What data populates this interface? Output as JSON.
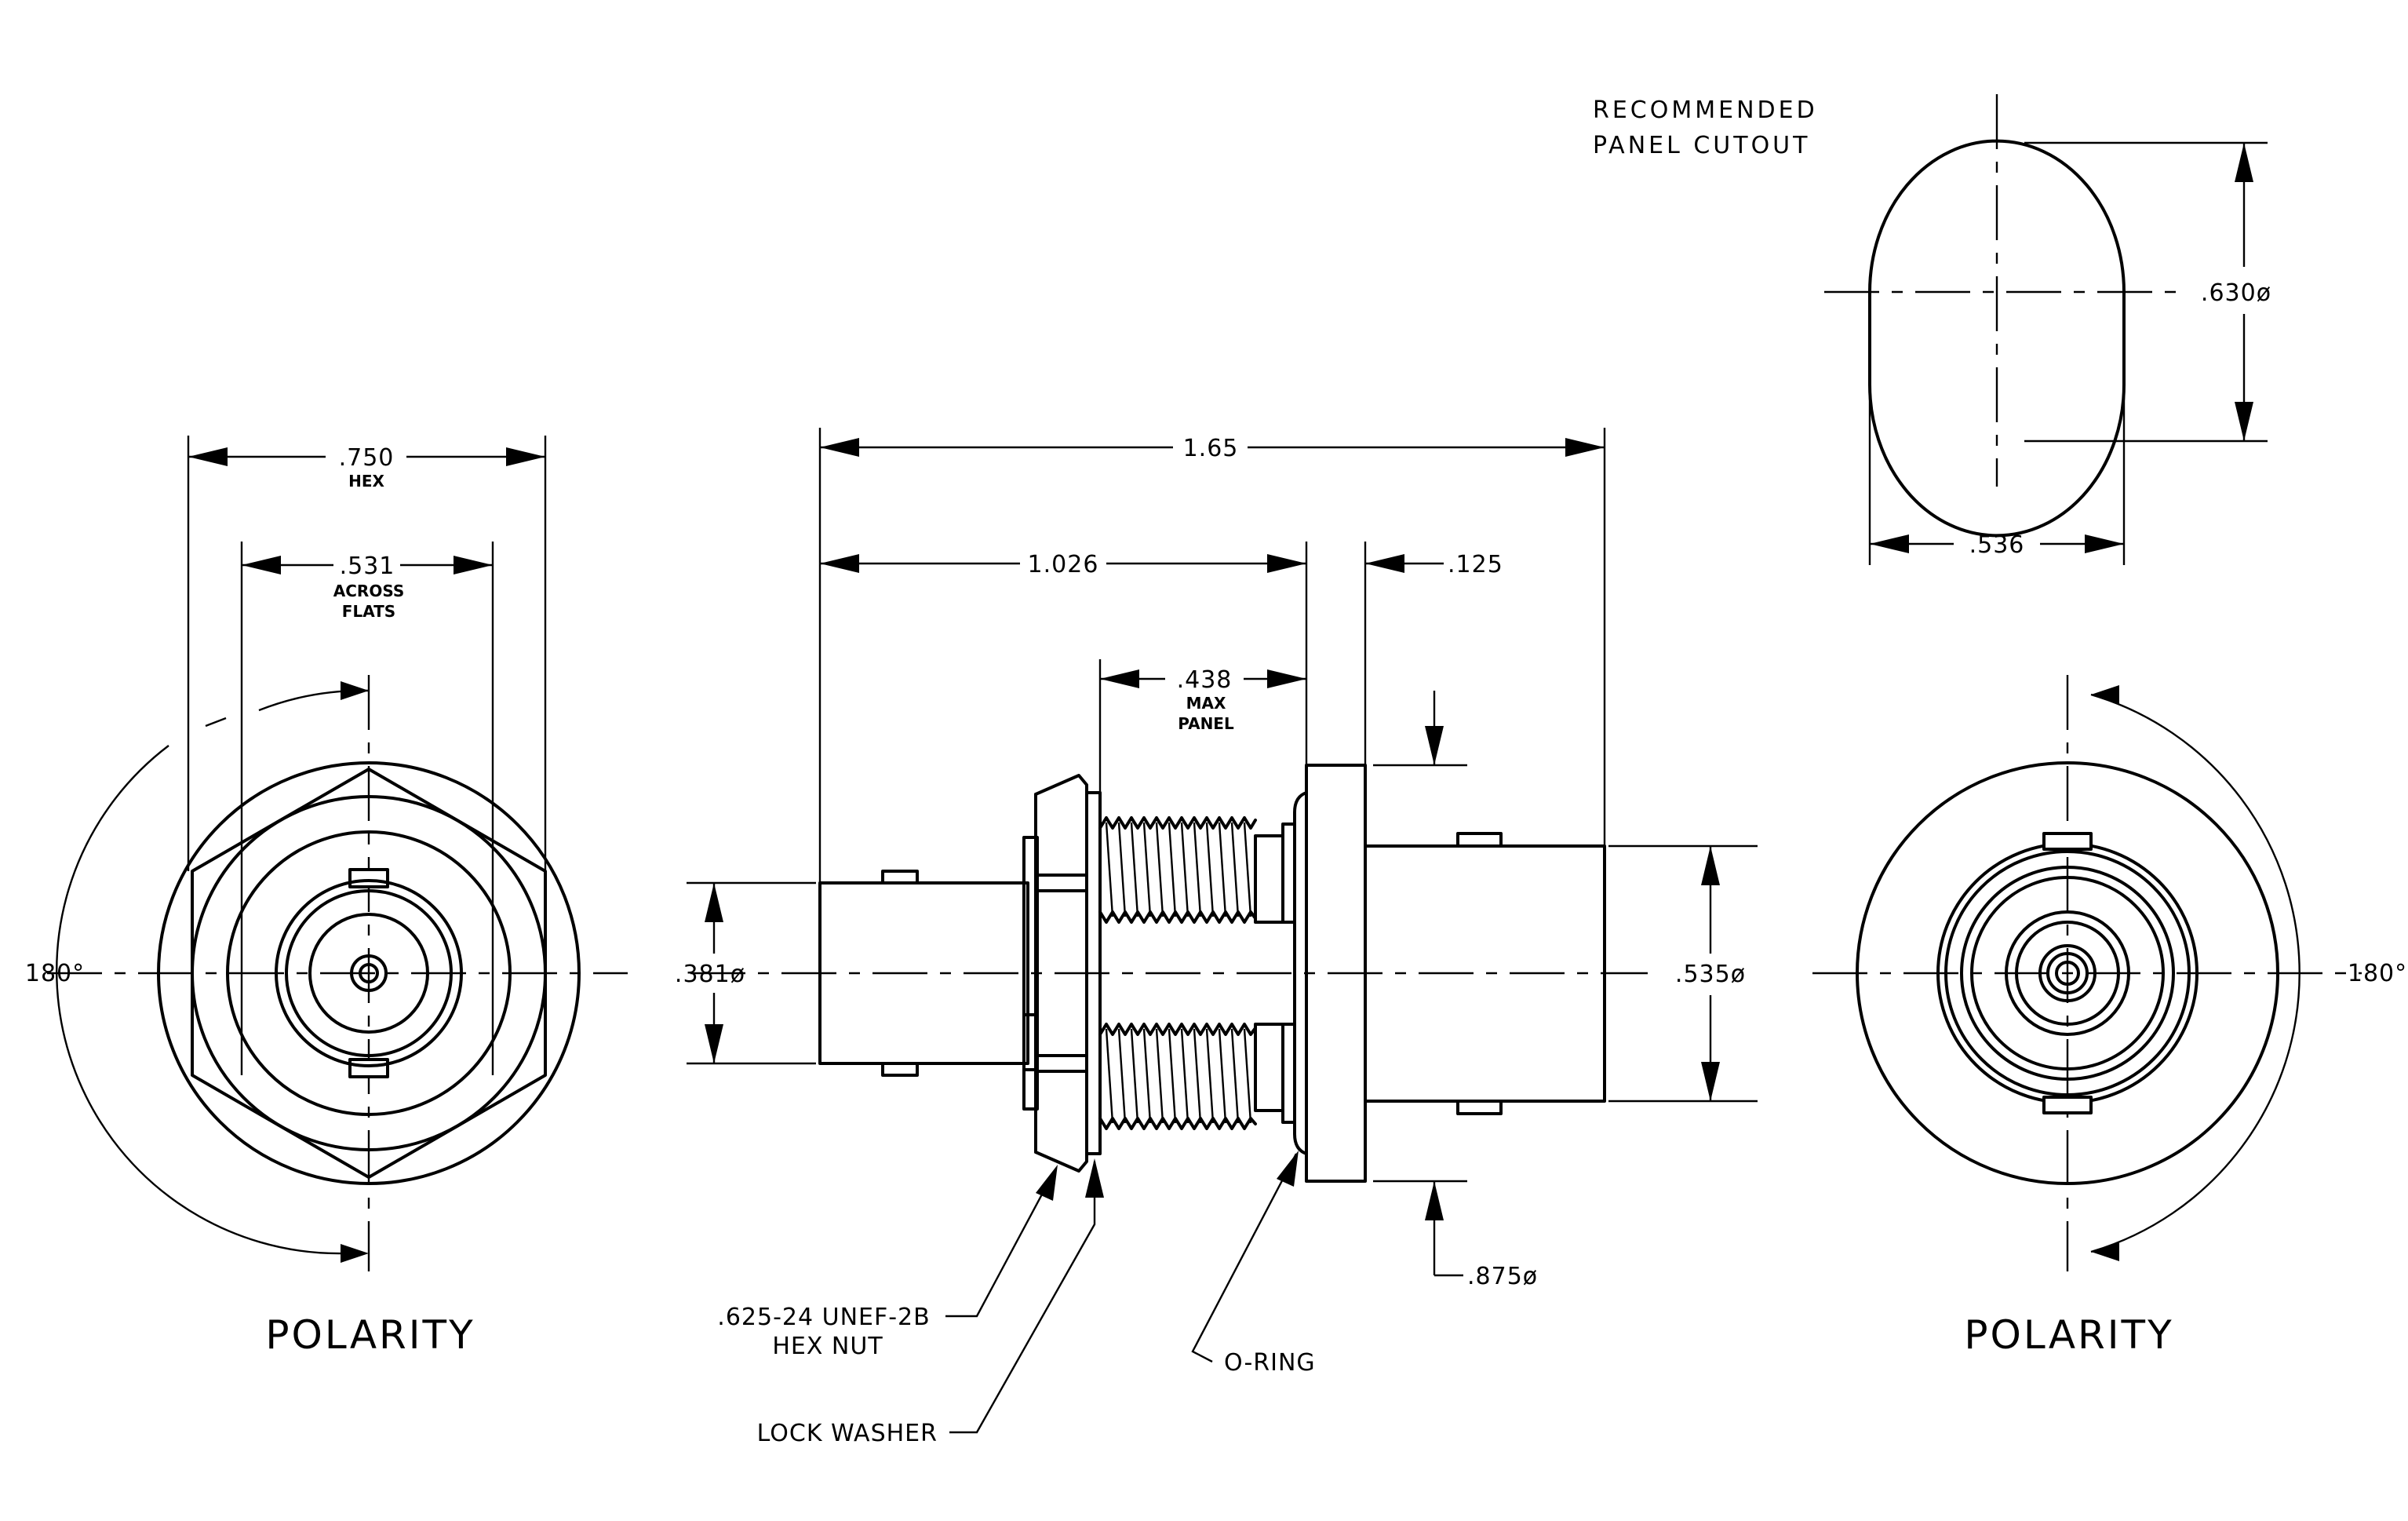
{
  "panel_cutout": {
    "title_line1": "RECOMMENDED",
    "title_line2": "PANEL CUTOUT",
    "dim_height": ".630ø",
    "dim_width": ".536"
  },
  "left_view": {
    "dim_hex": ".750",
    "dim_hex_sub": "HEX",
    "dim_flats": ".531",
    "dim_flats_sub1": "ACROSS",
    "dim_flats_sub2": "FLATS",
    "angle": "180°",
    "label": "POLARITY"
  },
  "side_view": {
    "dim_overall": "1.65",
    "dim_front": "1.026",
    "dim_flange": ".125",
    "dim_panel": ".438",
    "dim_panel_sub1": "MAX",
    "dim_panel_sub2": "PANEL",
    "dim_front_dia": ".381ø",
    "dim_rear_dia": ".535ø",
    "dim_flange_dia": ".875ø",
    "callout_nut_line1": ".625-24 UNEF-2B",
    "callout_nut_line2": "HEX NUT",
    "callout_washer": "LOCK WASHER",
    "callout_oring": "O-RING"
  },
  "right_view": {
    "angle": "180°",
    "label": "POLARITY"
  }
}
